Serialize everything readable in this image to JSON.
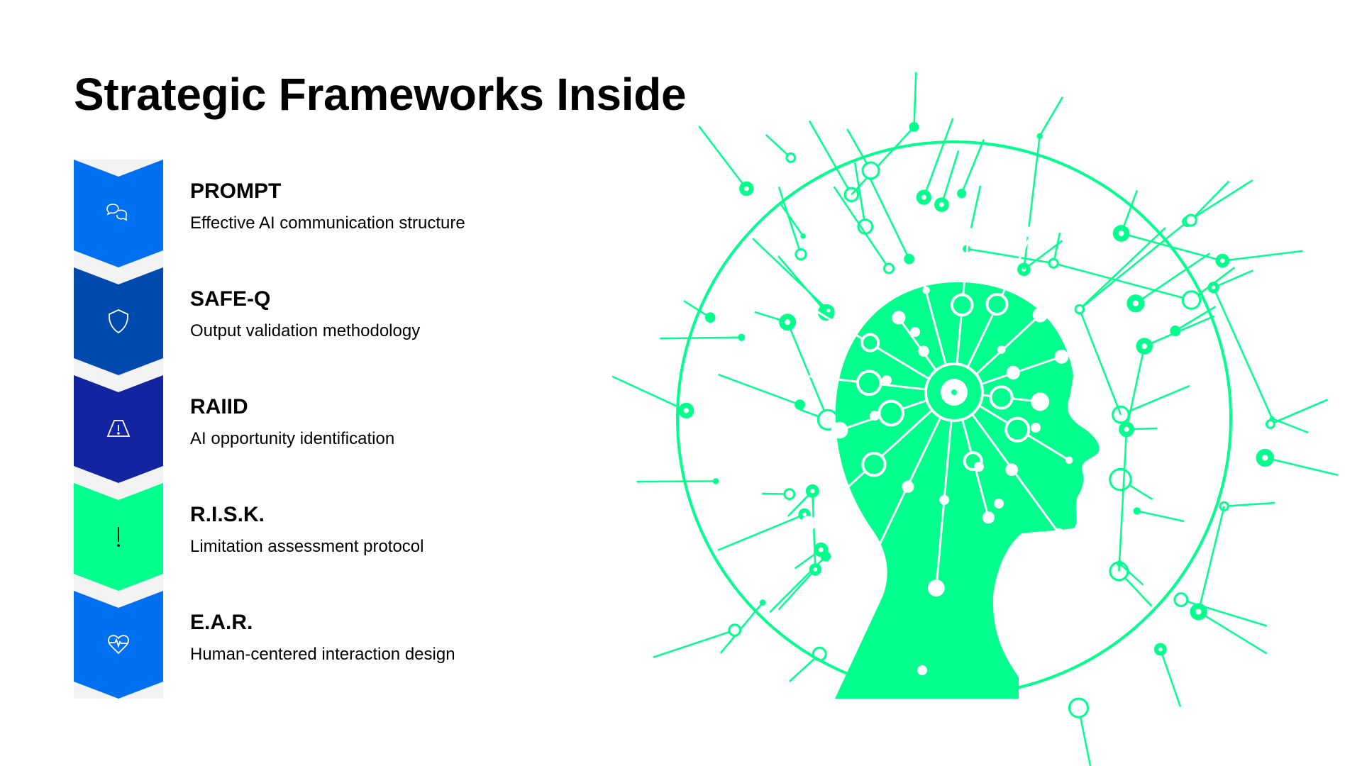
{
  "title": "Strategic Frameworks Inside",
  "frameworks": [
    {
      "name": "PROMPT",
      "description": "Effective AI communication structure",
      "icon": "chat-bubbles-icon",
      "color": "#0070f0"
    },
    {
      "name": "SAFE-Q",
      "description": "Output validation methodology",
      "icon": "shield-icon",
      "color": "#0049ad"
    },
    {
      "name": "RAIID",
      "description": "AI opportunity identification",
      "icon": "warning-triangle-icon",
      "color": "#1324a0"
    },
    {
      "name": "R.I.S.K.",
      "description": "Limitation assessment protocol",
      "icon": "exclamation-icon",
      "color": "#00ff8c"
    },
    {
      "name": "E.A.R.",
      "description": "Human-centered interaction design",
      "icon": "heart-pulse-icon",
      "color": "#0070f0"
    }
  ],
  "accent": "#00ff8c"
}
